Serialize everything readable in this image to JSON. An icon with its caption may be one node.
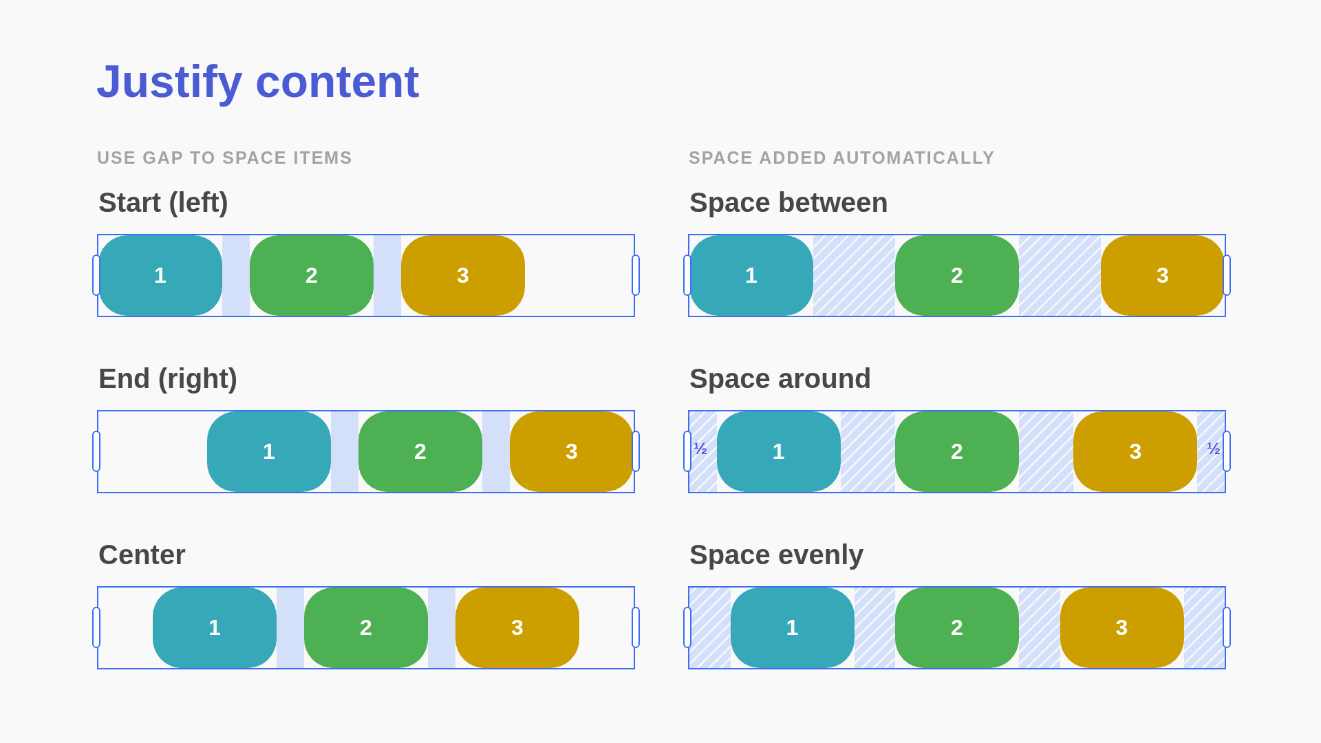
{
  "diagram": {
    "title": "Justify content",
    "nodes": [
      {
        "text": [
          "Start (left)"
        ]
      },
      {
        "text": [
          "1"
        ],
        "in": 0
      },
      {
        "text": [
          "2"
        ],
        "in": 0
      },
      {
        "text": [
          "3"
        ],
        "in": 0
      },
      {
        "text": [
          "Space between"
        ]
      },
      {
        "text": [
          "1"
        ],
        "in": 4
      },
      {
        "text": [
          "2"
        ],
        "in": 4
      },
      {
        "text": [
          "3"
        ],
        "in": 4
      },
      {
        "text": [
          "End (right)"
        ]
      },
      {
        "text": [
          "1"
        ],
        "in": 8
      },
      {
        "text": [
          "2"
        ],
        "in": 8
      },
      {
        "text": [
          "3"
        ],
        "in": 8
      },
      {
        "text": [
          "Space around"
        ]
      },
      {
        "text": [
          "1"
        ],
        "in": 12
      },
      {
        "text": [
          "2"
        ],
        "in": 12
      },
      {
        "text": [
          "3"
        ],
        "in": 12
      },
      {
        "text": [
          "Center"
        ]
      },
      {
        "text": [
          "1"
        ],
        "in": 16
      },
      {
        "text": [
          "2"
        ],
        "in": 16
      },
      {
        "text": [
          "3"
        ],
        "in": 16
      },
      {
        "text": [
          "Space evenly"
        ]
      },
      {
        "text": [
          "1"
        ],
        "in": 20
      },
      {
        "text": [
          "2"
        ],
        "in": 20
      },
      {
        "text": [
          "3"
        ],
        "in": 20
      }
    ],
    "labels": [
      "USE GAP TO SPACE ITEMS",
      "SPACE ADDED AUTOMATICALLY",
      "½",
      "½"
    ]
  }
}
